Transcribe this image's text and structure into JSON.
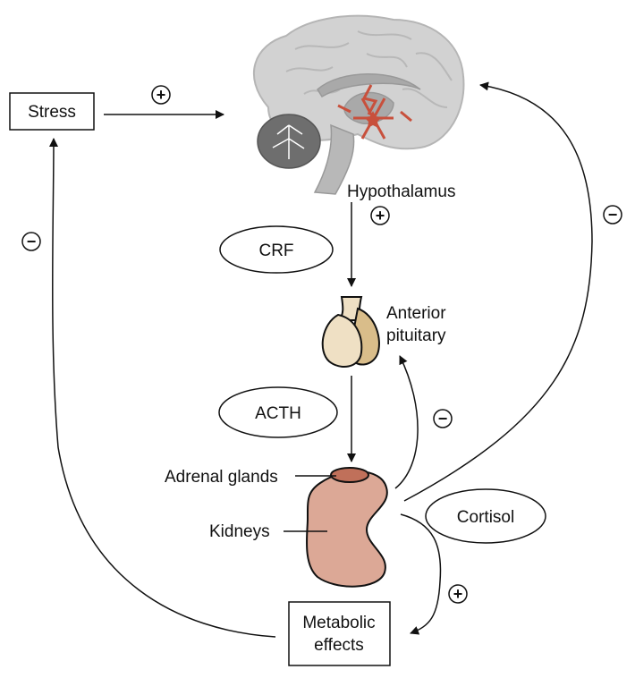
{
  "diagram": {
    "nodes": {
      "stress": "Stress",
      "hypothalamus": "Hypothalamus",
      "anterior_pituitary_line1": "Anterior",
      "anterior_pituitary_line2": "pituitary",
      "adrenal_glands": "Adrenal glands",
      "kidneys": "Kidneys",
      "metabolic_line1": "Metabolic",
      "metabolic_line2": "effects"
    },
    "hormones": {
      "crf": "CRF",
      "acth": "ACTH",
      "cortisol": "Cortisol"
    },
    "signs": {
      "stress_to_brain": "+",
      "hypothalamus_to_pituitary": "+",
      "cortisol_to_metabolic": "+",
      "cortisol_to_pituitary": "−",
      "cortisol_to_brain": "−",
      "metabolic_to_stress": "−"
    },
    "colors": {
      "brain_light": "#d2d2d2",
      "brain_mid": "#a9a9a9",
      "cerebellum": "#6e6e6e",
      "stimulus": "#c8503c",
      "pituitary_left": "#efe0c4",
      "pituitary_right": "#d9bd8a",
      "kidney": "#dca896",
      "adrenal": "#c0705a"
    }
  }
}
